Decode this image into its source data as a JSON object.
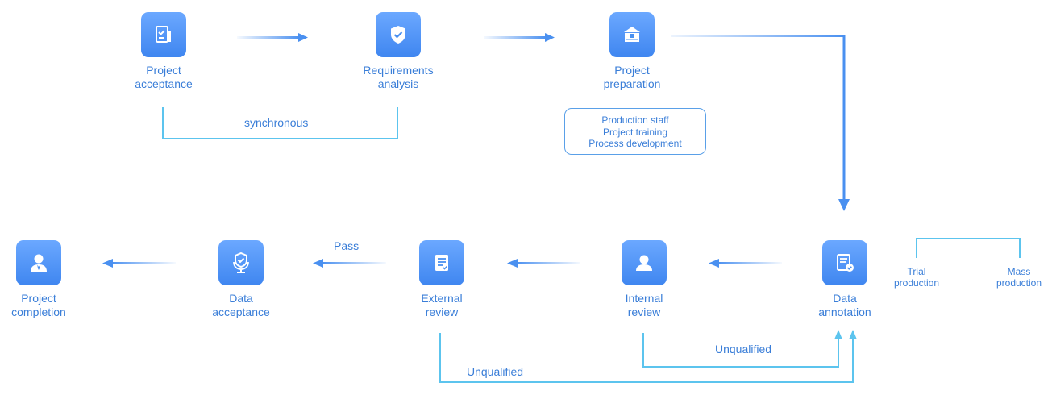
{
  "nodes": {
    "project_acceptance": {
      "line1": "Project",
      "line2": "acceptance",
      "icon": "clipboard-check-icon"
    },
    "requirements_analysis": {
      "line1": "Requirements",
      "line2": "analysis",
      "icon": "shield-check-icon"
    },
    "project_preparation": {
      "line1": "Project",
      "line2": "preparation",
      "icon": "house-icon"
    },
    "data_annotation": {
      "line1": "Data",
      "line2": "annotation",
      "icon": "document-check-icon"
    },
    "internal_review": {
      "line1": "Internal",
      "line2": "review",
      "icon": "user-icon"
    },
    "external_review": {
      "line1": "External",
      "line2": "review",
      "icon": "document-list-icon"
    },
    "data_acceptance": {
      "line1": "Data",
      "line2": "acceptance",
      "icon": "shield-stand-icon"
    },
    "project_completion": {
      "line1": "Project",
      "line2": "completion",
      "icon": "person-tie-icon"
    }
  },
  "edge_labels": {
    "synchronous": "synchronous",
    "pass": "Pass",
    "unqualified_internal": "Unqualified",
    "unqualified_external": "Unqualified"
  },
  "preparation_notes": [
    "Production staff",
    "Project training",
    "Process development"
  ],
  "annotation_modes": {
    "trial": {
      "line1": "Trial",
      "line2": "production"
    },
    "mass": {
      "line1": "Mass",
      "line2": "production"
    }
  },
  "colors": {
    "icon_fill": "#4a90f0",
    "text": "#3a7ed8",
    "connector_main": "#4a90f0",
    "connector_feedback": "#5cc4ee"
  }
}
